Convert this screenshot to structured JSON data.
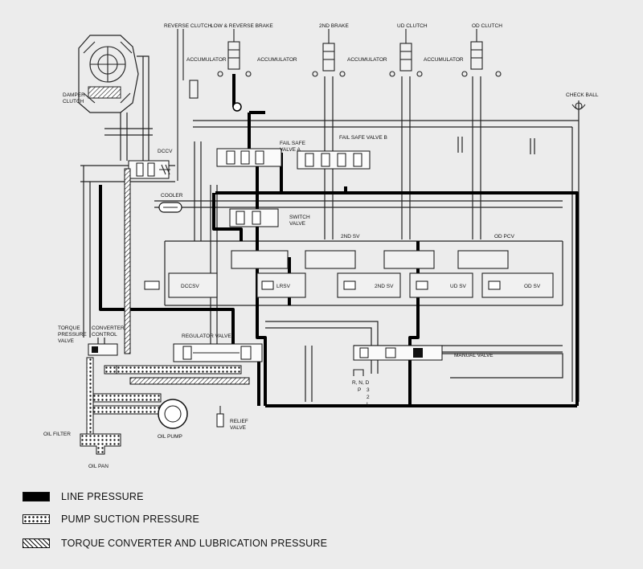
{
  "labels": {
    "reverse_clutch": "REVERSE CLUTCH",
    "low_reverse_brake": "LOW & REVERSE BRAKE",
    "second_brake": "2ND BRAKE",
    "ud_clutch": "UD CLUTCH",
    "od_clutch": "OD CLUTCH",
    "accumulator": "ACCUMULATOR",
    "damper_clutch_1": "DAMPER",
    "damper_clutch_2": "CLUTCH",
    "check_ball": "CHECK BALL",
    "dccv": "DCCV",
    "fail_safe_a_1": "FAIL SAFE",
    "fail_safe_a_2": "VALVE A",
    "fail_safe_b": "FAIL SAFE VALVE B",
    "cooler": "COOLER",
    "switch_valve_1": "SWITCH",
    "switch_valve_2": "VALVE",
    "second_sv_top": "2ND SV",
    "od_pcv": "OD PCV",
    "dccsv": "DCCSV",
    "lrsv": "LRSV",
    "second_sv": "2ND SV",
    "ud_sv": "UD SV",
    "od_sv": "OD SV",
    "torque_pressure_valve_1": "TORQUE",
    "torque_pressure_valve_2": "PRESSURE",
    "torque_pressure_valve_3": "VALVE",
    "converter_control_1": "CONVERTER",
    "converter_control_2": "CONTROL",
    "regulator_valve": "REGULATOR VALVE",
    "manual_valve": "MANUAL VALVE",
    "range_1": "R, N, D",
    "range_2": "P",
    "range_3": "3",
    "range_4": "2",
    "range_5": "L",
    "oil_filter": "OIL FILTER",
    "oil_pump": "OIL PUMP",
    "relief_valve_1": "RELIEF",
    "relief_valve_2": "VALVE",
    "oil_pan": "OIL PAN"
  },
  "legend": [
    {
      "label": "LINE PRESSURE",
      "pattern": "solid-black"
    },
    {
      "label": "PUMP SUCTION PRESSURE",
      "pattern": "dotted"
    },
    {
      "label": "TORQUE CONVERTER AND LUBRICATION PRESSURE",
      "pattern": "hatched"
    }
  ]
}
